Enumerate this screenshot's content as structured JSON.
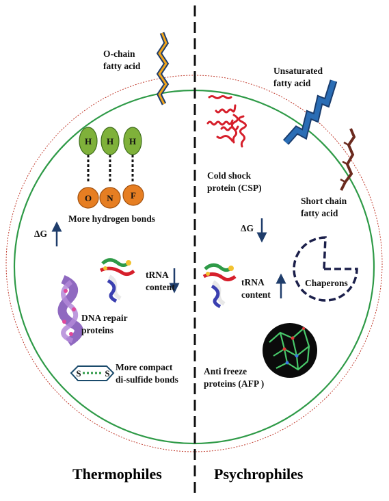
{
  "membrane": {
    "o_chain_line1": "O-chain",
    "o_chain_line2": "fatty acid",
    "unsaturated_line1": "Unsaturated",
    "unsaturated_line2": "fatty acid",
    "short_chain_line1": "Short chain",
    "short_chain_line2": "fatty acid"
  },
  "thermophiles": {
    "h_atoms": [
      "H",
      "H",
      "H"
    ],
    "acceptors": [
      "O",
      "N",
      "F"
    ],
    "hydrogen_bonds": "More hydrogen bonds",
    "delta_g": "ΔG",
    "trna_line1": "tRNA",
    "trna_line2": "content",
    "dna_repair_line1": "DNA repair",
    "dna_repair_line2": "proteins",
    "disulfide_s1": "S",
    "disulfide_s2": "S",
    "disulfide_line1": "More compact",
    "disulfide_line2": "di-sulfide bonds",
    "title": "Thermophiles"
  },
  "psychrophiles": {
    "csp_line1": "Cold shock",
    "csp_line2": "protein (CSP)",
    "delta_g": "ΔG",
    "trna_line1": "tRNA",
    "trna_line2": "content",
    "chaperons": "Chaperons",
    "afp_line1": "Anti freeze",
    "afp_line2": "proteins (AFP )",
    "title": "Psychrophiles"
  },
  "colors": {
    "green_cell": "#2e9a47",
    "red_outer": "#c0392b",
    "h_fill": "#7fb13a",
    "acceptor_fill": "#e67e22",
    "arrow_blue": "#1f3d6b",
    "unsat_blue": "#2a6db5",
    "short_brown": "#6b2a1e",
    "csp_red": "#d61f2b",
    "chaperon_navy": "#1b1f4a"
  }
}
